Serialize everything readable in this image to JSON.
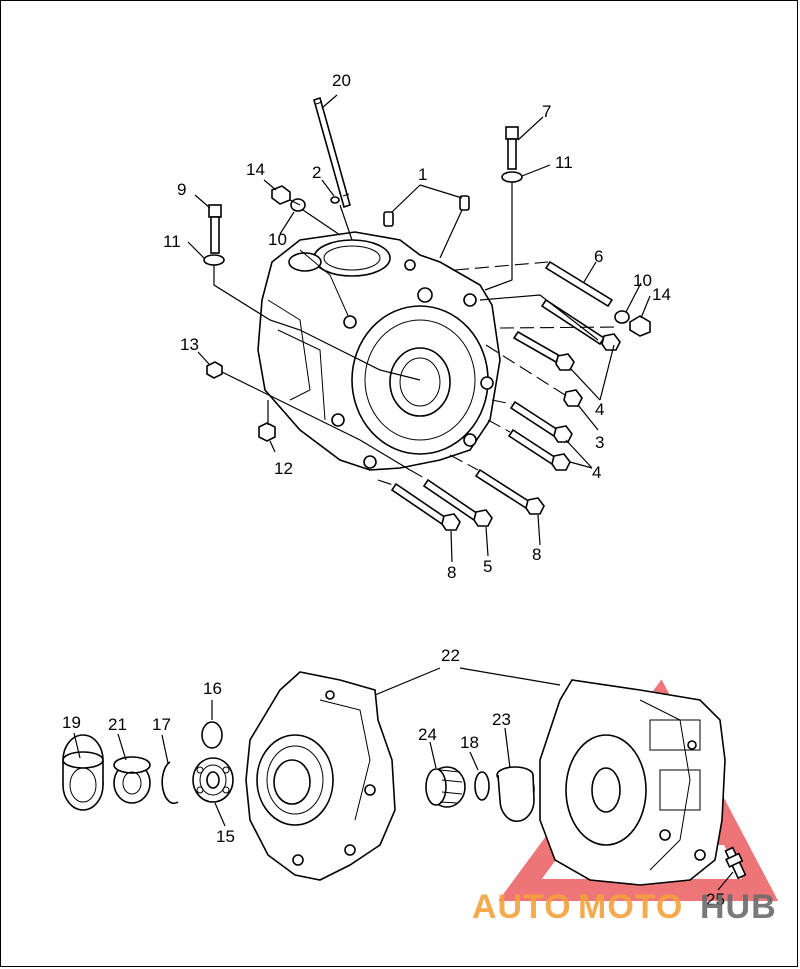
{
  "callouts": {
    "c1": "1",
    "c2": "2",
    "c3": "3",
    "c4a": "4",
    "c4b": "4",
    "c5": "5",
    "c6": "6",
    "c7": "7",
    "c8a": "8",
    "c8b": "8",
    "c9": "9",
    "c10a": "10",
    "c10b": "10",
    "c11a": "11",
    "c11b": "11",
    "c12": "12",
    "c13": "13",
    "c14a": "14",
    "c14b": "14",
    "c15": "15",
    "c16": "16",
    "c17": "17",
    "c18": "18",
    "c19": "19",
    "c20": "20",
    "c21": "21",
    "c22": "22",
    "c23": "23",
    "c24": "24",
    "c25": "25"
  },
  "watermark": {
    "part1": "AUTO",
    "part2": "MOTO",
    "part3": "HUB",
    "color_primary": "#f5a23a",
    "color_secondary": "#6b6b6b",
    "logo_color": "#e8474b"
  }
}
